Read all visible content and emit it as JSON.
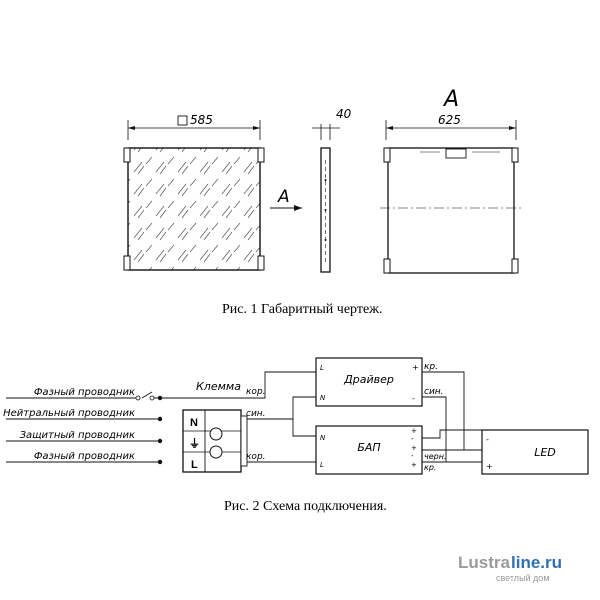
{
  "drawing": {
    "dim_front": "585",
    "dim_side": "40",
    "dim_back": "625",
    "view_label_top": "A",
    "view_arrow_label": "A"
  },
  "captions": {
    "fig1": "Рис. 1  Габаритный чертеж.",
    "fig2": "Рис. 2  Схема подключения."
  },
  "wiring": {
    "inputs": [
      "Фазный проводник",
      "Нейтральный проводник",
      "Защитный проводник",
      "Фазный проводник"
    ],
    "terminal_label": "Клемма",
    "terminal_letters": [
      "N",
      "⏚",
      "L"
    ],
    "wire_labels": {
      "kor_top": "кор.",
      "sin": "син.",
      "kor_bottom": "кор."
    },
    "driver": {
      "title": "Драйвер",
      "pin_L": "L",
      "pin_N": "N",
      "plus": "+",
      "minus": "-",
      "out_kr": "кр.",
      "out_sin": "син."
    },
    "bap": {
      "title": "БАП",
      "pin_N": "N",
      "pin_L": "L",
      "plus1": "+",
      "minus1": "-",
      "plus2": "+",
      "minus2": "-",
      "plus3": "+",
      "out_chern": "черн.",
      "out_kr": "кр."
    },
    "led": {
      "title": "LED",
      "minus": "-",
      "plus": "+"
    }
  },
  "watermark": {
    "brand_a": "Lustra",
    "brand_b": "line.ru",
    "tagline": "светлый дом",
    "color_gray": "#9a9a9a",
    "color_blue": "#2f6fb3"
  }
}
